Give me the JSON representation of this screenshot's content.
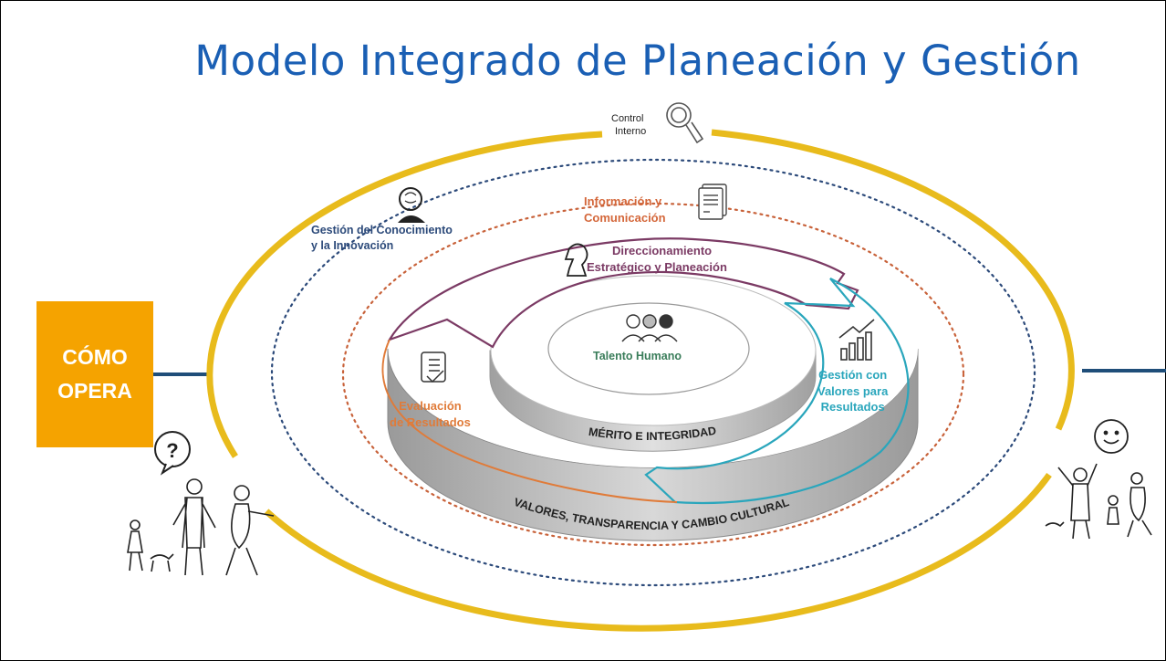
{
  "title": "Modelo Integrado de Planeación y Gestión",
  "side_box": {
    "line1": "CÓMO",
    "line2": "OPERA"
  },
  "control_interno": {
    "line1": "Control",
    "line2": "Interno"
  },
  "labels": {
    "gestion_conocimiento": {
      "line1": "Gestión del Conocimiento",
      "line2": "y la Innovación"
    },
    "informacion": {
      "line1": "Información y",
      "line2": "Comunicación"
    },
    "direccionamiento": {
      "line1": "Direccionamiento",
      "line2": "Estratégico y Planeación"
    },
    "talento": "Talento Humano",
    "gestion_valores": {
      "line1": "Gestión con",
      "line2": "Valores para",
      "line3": "Resultados"
    },
    "evaluacion": {
      "line1": "Evaluación",
      "line2": "de Resultados"
    },
    "merito": "MÉRITO E INTEGRIDAD",
    "valores": "VALORES, TRANSPARENCIA Y CAMBIO CULTURAL"
  },
  "icons": [
    "search-icon",
    "head-brain-icon",
    "document-icon",
    "chess-knight-icon",
    "people-group-icon",
    "growth-chart-icon",
    "checklist-icon",
    "question-bubble-icon",
    "smiley-bubble-icon"
  ],
  "colors": {
    "title": "#1a5fb4",
    "gold": "#e8bb1c",
    "navy_line": "#1f4e79",
    "dotted_blue": "#2c4a7a",
    "dotted_orange": "#c8623a",
    "purple": "#7b3a64",
    "teal": "#2aa6bc",
    "orange": "#e07b39",
    "green": "#3a7d5a",
    "box": "#f5a300"
  }
}
